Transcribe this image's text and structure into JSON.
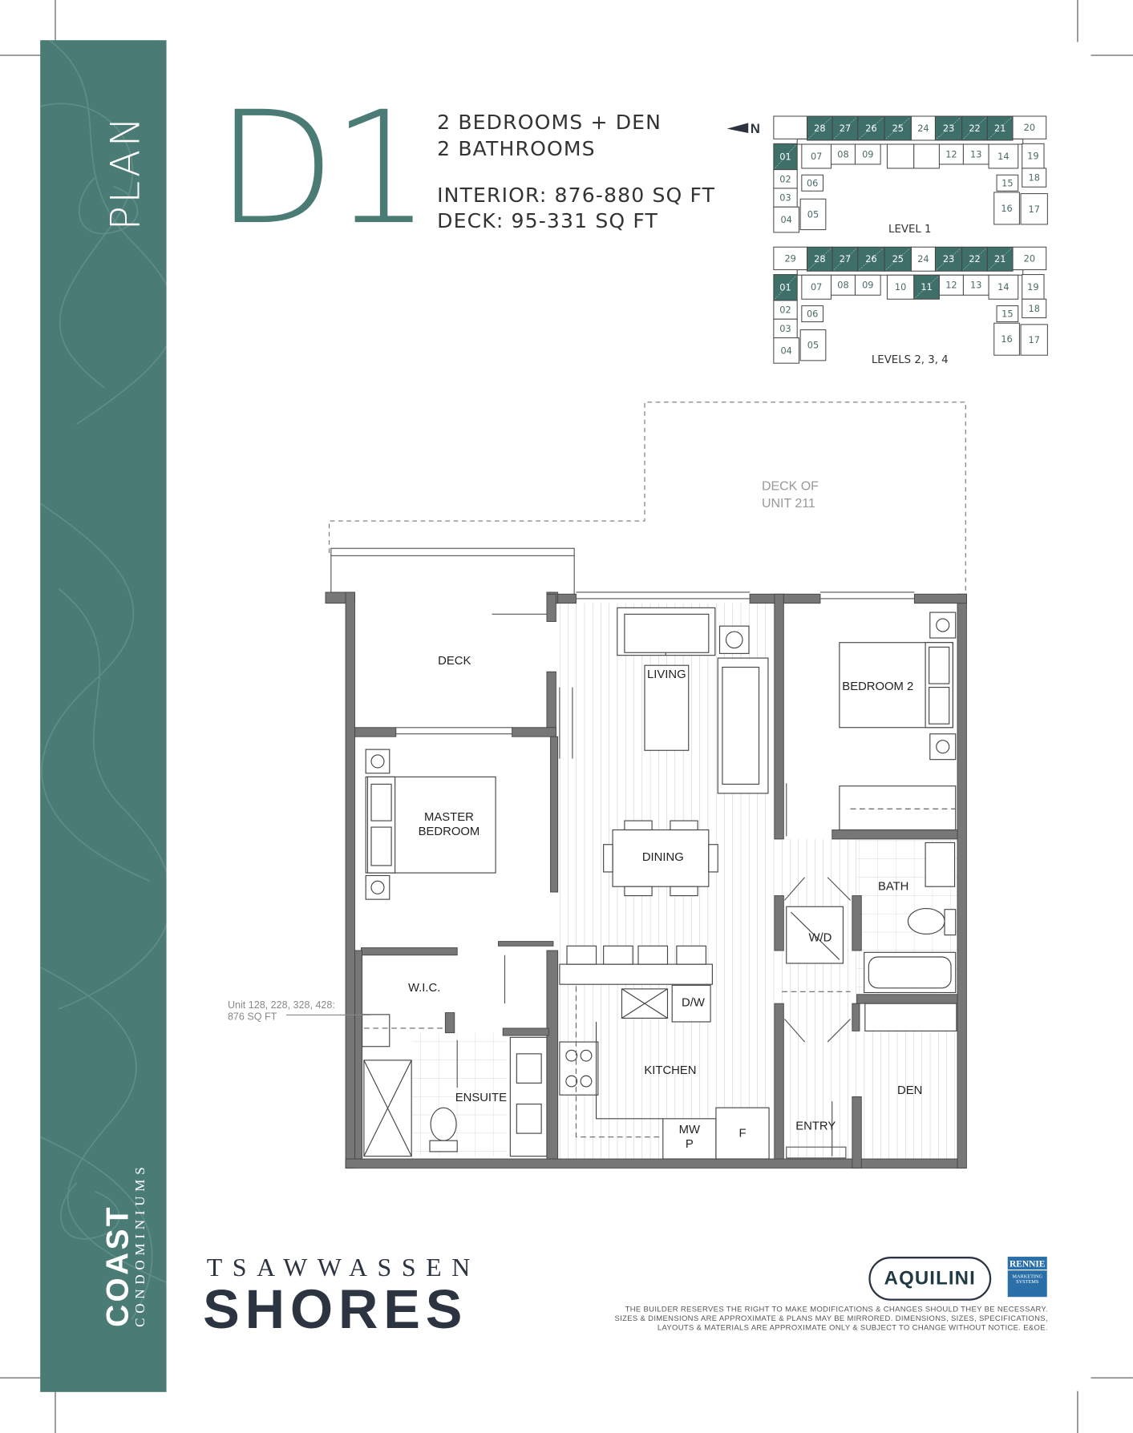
{
  "sidebar": {
    "plan_word": "PLAN",
    "brand_main": "COAST",
    "brand_sub": "CONDOMINIUMS",
    "color": "#4b7b75"
  },
  "header": {
    "unit_code": "D1",
    "bedrooms": "2 BEDROOMS + DEN",
    "bathrooms": "2 BATHROOMS",
    "interior": "INTERIOR: 876-880 SQ FT",
    "deck": "DECK: 95-331 SQ FT"
  },
  "key_plan": {
    "north_label": "N",
    "highlight_color": "#3f6f69",
    "levels": [
      {
        "label": "LEVEL 1",
        "units": [
          "",
          "28",
          "27",
          "26",
          "25",
          "24",
          "23",
          "22",
          "21",
          "20",
          "01",
          "07",
          "08",
          "09",
          "",
          "",
          "12",
          "13",
          "14",
          "19",
          "02",
          "03",
          "04",
          "05",
          "06",
          "15",
          "16",
          "17",
          "18"
        ],
        "highlighted": [
          "01",
          "21",
          "22",
          "23",
          "25",
          "26",
          "27",
          "28"
        ]
      },
      {
        "label": "LEVELS 2, 3, 4",
        "units": [
          "29",
          "28",
          "27",
          "26",
          "25",
          "24",
          "23",
          "22",
          "21",
          "20",
          "01",
          "07",
          "08",
          "09",
          "10",
          "11",
          "12",
          "13",
          "14",
          "19",
          "02",
          "03",
          "04",
          "05",
          "06",
          "15",
          "16",
          "17",
          "18"
        ],
        "highlighted": [
          "01",
          "11",
          "21",
          "22",
          "23",
          "25",
          "26",
          "27",
          "28"
        ]
      }
    ]
  },
  "floor_plan": {
    "deck_note": [
      "DECK OF",
      "UNIT 211"
    ],
    "unit_note": [
      "Unit 128, 228, 328, 428:",
      "876 SQ FT"
    ],
    "rooms": {
      "deck": "DECK",
      "living": "LIVING",
      "bedroom2": "BEDROOM  2",
      "master": "MASTER\nBEDROOM",
      "dining": "DINING",
      "bath": "BATH",
      "wd": "W/D",
      "wic": "W.I.C.",
      "dw": "D/W",
      "kitchen": "KITCHEN",
      "ensuite": "ENSUITE",
      "den": "DEN",
      "entry": "ENTRY",
      "mwp": "MW\nP",
      "fridge": "F"
    }
  },
  "footer": {
    "brand_top": "TSAWWASSEN",
    "brand_main": "SHORES",
    "developer": "AQUILINI",
    "marketing_top": "RENNIE",
    "marketing_bottom": "MARKETING SYSTEMS",
    "disclaimer": "THE BUILDER RESERVES THE RIGHT TO MAKE MODIFICATIONS & CHANGES SHOULD THEY BE NECESSARY. SIZES & DIMENSIONS ARE APPROXIMATE & PLANS MAY BE MIRRORED. DIMENSIONS, SIZES, SPECIFICATIONS, LAYOUTS & MATERIALS ARE APPROXIMATE ONLY & SUBJECT TO CHANGE WITHOUT NOTICE. E&OE."
  }
}
